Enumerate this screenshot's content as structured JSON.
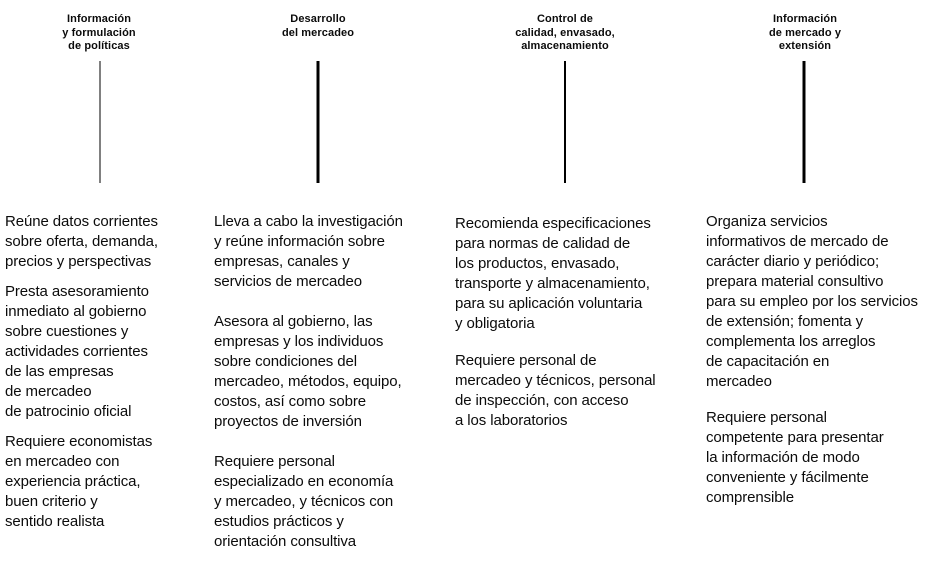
{
  "colors": {
    "background": "#ffffff",
    "ink": "#0b0b0b",
    "connector": "#000000"
  },
  "columns": [
    {
      "header": "Información\ny formulación\nde políticas",
      "paragraphs": [
        "Reúne datos corrientes\nsobre oferta, demanda,\nprecios y perspectivas",
        "Presta asesoramiento\ninmediato al gobierno\nsobre cuestiones y\nactividades corrientes\nde las empresas\nde mercadeo\nde patrocinio oficial",
        "Requiere economistas\nen mercadeo con\nexperiencia práctica,\nbuen criterio y\nsentido realista"
      ]
    },
    {
      "header": "Desarrollo\ndel mercadeo",
      "paragraphs": [
        "Lleva a cabo la investigación\ny reúne información sobre\nempresas, canales y\nservicios de mercadeo",
        "Asesora al gobierno, las\nempresas y los individuos\nsobre condiciones del\nmercadeo, métodos, equipo,\ncostos, así como sobre\nproyectos de inversión",
        "Requiere personal\nespecializado en economía\ny mercadeo, y técnicos con\nestudios prácticos y\norientación consultiva"
      ]
    },
    {
      "header": "Control de\ncalidad, envasado,\nalmacenamiento",
      "paragraphs": [
        "Recomienda especificaciones\npara normas de calidad de\nlos productos, envasado,\ntransporte y almacenamiento,\npara su aplicación voluntaria\ny obligatoria",
        "Requiere personal de\nmercadeo y técnicos, personal\nde inspección, con acceso\na los laboratorios"
      ]
    },
    {
      "header": "Información\nde mercado y\nextensión",
      "paragraphs": [
        "Organiza servicios\ninformativos de mercado de\ncarácter diario y periódico;\nprepara material consultivo\npara su empleo por los servicios\nde extensión; fomenta y\ncomplementa los arreglos\nde capacitación en\nmercadeo",
        "Requiere personal\ncompetente para presentar\nla información de modo\nconveniente y fácilmente\ncomprensible"
      ]
    }
  ]
}
